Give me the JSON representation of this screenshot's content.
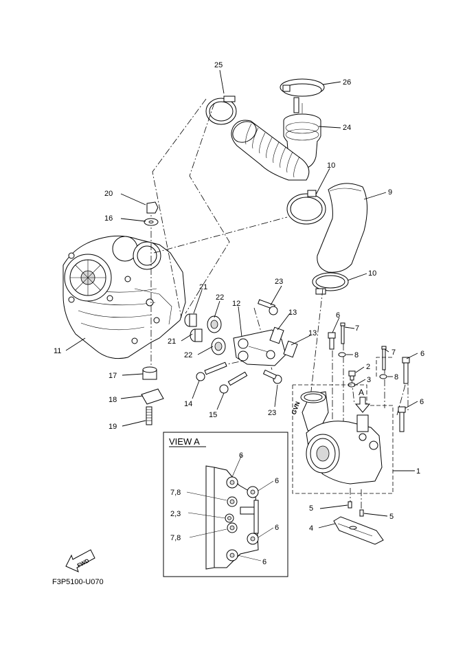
{
  "diagram": {
    "code": "F3P5100-U070",
    "fwd_label": "FWD",
    "view_title": "VIEW A",
    "arrow_label": "A",
    "callouts": {
      "c1": "1",
      "c2": "2",
      "c3": "3",
      "c4": "4",
      "c5a": "5",
      "c5b": "5",
      "c6a": "6",
      "c6b": "6",
      "c6c": "6",
      "c7a": "7",
      "c7b": "7",
      "c8a": "8",
      "c8b": "8",
      "c9": "9",
      "c10a": "10",
      "c10b": "10",
      "c11": "11",
      "c12": "12",
      "c13a": "13",
      "c13b": "13",
      "c14": "14",
      "c15": "15",
      "c16": "16",
      "c17": "17",
      "c18": "18",
      "c19": "19",
      "c20": "20",
      "c21a": "21",
      "c21b": "21",
      "c22a": "22",
      "c22b": "22",
      "c23a": "23",
      "c23b": "23",
      "c24": "24",
      "c25": "25",
      "c26": "26"
    },
    "view_callouts": {
      "v6a": "6",
      "v6b": "6",
      "v6c": "6",
      "v6d": "6",
      "v78a": "7,8",
      "v23": "2,3",
      "v78b": "7,8"
    }
  }
}
